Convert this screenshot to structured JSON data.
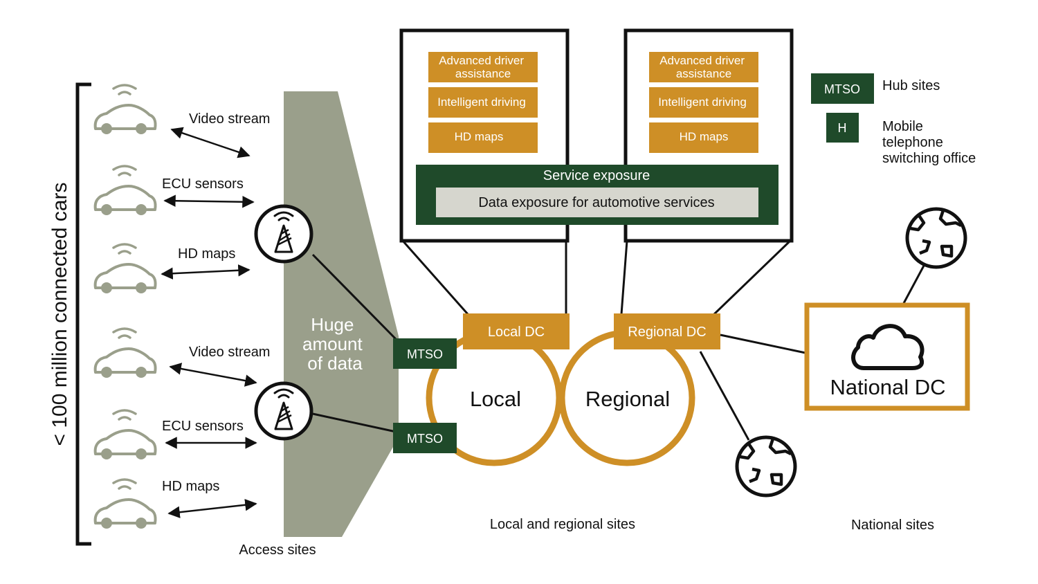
{
  "colors": {
    "accent_gold": "#CE8F26",
    "hub_green": "#1F4A2A",
    "data_grey": "#9A9F8B",
    "car_grey": "#9A9F8B",
    "exposure_box": "#D6D6CE",
    "stroke": "#111111"
  },
  "left_axis_label": "< 100 million connected cars",
  "streams": [
    {
      "label": "Video stream"
    },
    {
      "label": "ECU sensors"
    },
    {
      "label": "HD maps"
    },
    {
      "label": "Video stream"
    },
    {
      "label": "ECU sensors"
    },
    {
      "label": "HD maps"
    }
  ],
  "icons": {
    "car": "car-icon",
    "signal": "wifi-signal-icon",
    "tower": "cell-tower-icon",
    "globe": "globe-icon",
    "cloud": "cloud-icon"
  },
  "data_wedge_label": [
    "Huge",
    "amount",
    "of data"
  ],
  "mtso_label": "MTSO",
  "dc_panels": [
    {
      "services": [
        "Advanced driver",
        "assistance",
        "Intelligent driving",
        "HD maps"
      ]
    },
    {
      "services": [
        "Advanced driver",
        "assistance",
        "Intelligent driving",
        "HD maps"
      ]
    }
  ],
  "service_exposure": {
    "title": "Service exposure",
    "inner": "Data exposure for automotive services"
  },
  "local_dc": "Local DC",
  "regional_dc": "Regional DC",
  "ring_local": "Local",
  "ring_regional": "Regional",
  "national_dc": "National DC",
  "legend": {
    "mtso_box": "MTSO",
    "mtso_text": "Hub sites",
    "h_box": "H",
    "h_text": [
      "Mobile",
      "telephone",
      "switching office"
    ]
  },
  "footer": {
    "access": "Access sites",
    "local_regional": "Local and regional sites",
    "national": "National sites"
  }
}
